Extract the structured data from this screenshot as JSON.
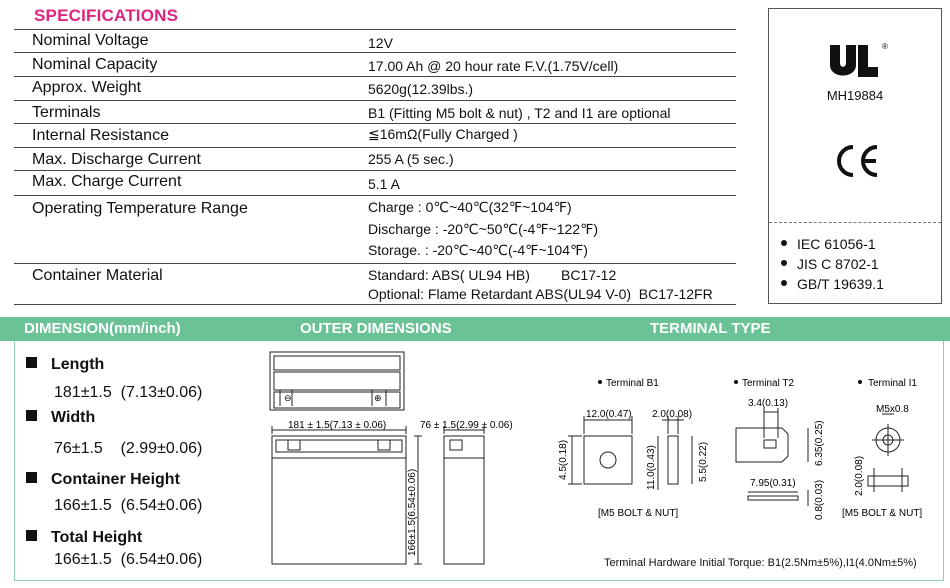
{
  "specifications": {
    "title": "SPECIFICATIONS",
    "rows": [
      {
        "label": "Nominal Voltage",
        "values": [
          "12V"
        ]
      },
      {
        "label": "Nominal Capacity",
        "values": [
          "17.00 Ah @ 20 hour rate F.V.(1.75V/cell)"
        ]
      },
      {
        "label": "Approx. Weight",
        "values": [
          "5620g(12.39lbs.)"
        ]
      },
      {
        "label": "Terminals",
        "values": [
          "B1 (Fitting M5 bolt & nut) , T2 and I1 are optional"
        ]
      },
      {
        "label": "Internal Resistance",
        "values": [
          "≦16mΩ(Fully Charged )"
        ]
      },
      {
        "label": "Max. Discharge Current",
        "values": [
          "255 A (5 sec.)"
        ]
      },
      {
        "label": "Max. Charge Current",
        "values": [
          "5.1 A"
        ]
      },
      {
        "label": "Operating Temperature Range",
        "values": [
          "Charge : 0℃~40℃(32℉~104℉)",
          "Discharge : -20℃~50℃(-4℉~122℉)",
          "Storage. : -20℃~40℃(-4℉~104℉)"
        ]
      },
      {
        "label": "Container Material",
        "values": [
          "Standard: ABS( UL94 HB)        BC17-12",
          "Optional: Flame Retardant ABS(UL94 V-0)  BC17-12FR"
        ]
      }
    ]
  },
  "certifications": {
    "ul_registered": "®",
    "ul_number": "MH19884",
    "ce_mark": "CE",
    "standards": [
      "IEC 61056-1",
      "JIS C 8702-1",
      "GB/T 19639.1"
    ]
  },
  "band": {
    "dimension": "DIMENSION(mm/inch)",
    "outer": "OUTER DIMENSIONS",
    "terminal": "TERMINAL TYPE"
  },
  "dimensions": [
    {
      "label": "Length",
      "value": "181±1.5  (7.13±0.06)"
    },
    {
      "label": "Width",
      "value": "76±1.5    (2.99±0.06)"
    },
    {
      "label": "Container Height",
      "value": "166±1.5  (6.54±0.06)"
    },
    {
      "label": "Total Height",
      "value": "166±1.5  (6.54±0.06)"
    }
  ],
  "outer_dims": {
    "length": "181 ± 1.5(7.13 ± 0.06)",
    "width": "76 ± 1.5(2.99 ± 0.06)",
    "height": "166±1.5(6.54±0.06)",
    "minus": "⊖",
    "plus": "⊕"
  },
  "terminals": {
    "b1": {
      "name": "Terminal B1",
      "w": "12.0(0.47)",
      "t": "2.0(0.08)",
      "h": "4.5(0.18)",
      "hh": "11.0(0.43)",
      "s": "5.5(0.22)",
      "note": "[M5 BOLT & NUT]"
    },
    "t2": {
      "name": "Terminal T2",
      "w": "3.4(0.13)",
      "h": "6.35(0.25)",
      "l": "7.95(0.31)",
      "t": "0.8(0.03)"
    },
    "i1": {
      "name": "Terminal I1",
      "bolt": "M5x0.8",
      "h": "2.0(0.08)",
      "note": "[M5 BOLT & NUT]"
    }
  },
  "torque": "Terminal Hardware Initial Torque: B1(2.5Nm±5%),I1(4.0Nm±5%)"
}
